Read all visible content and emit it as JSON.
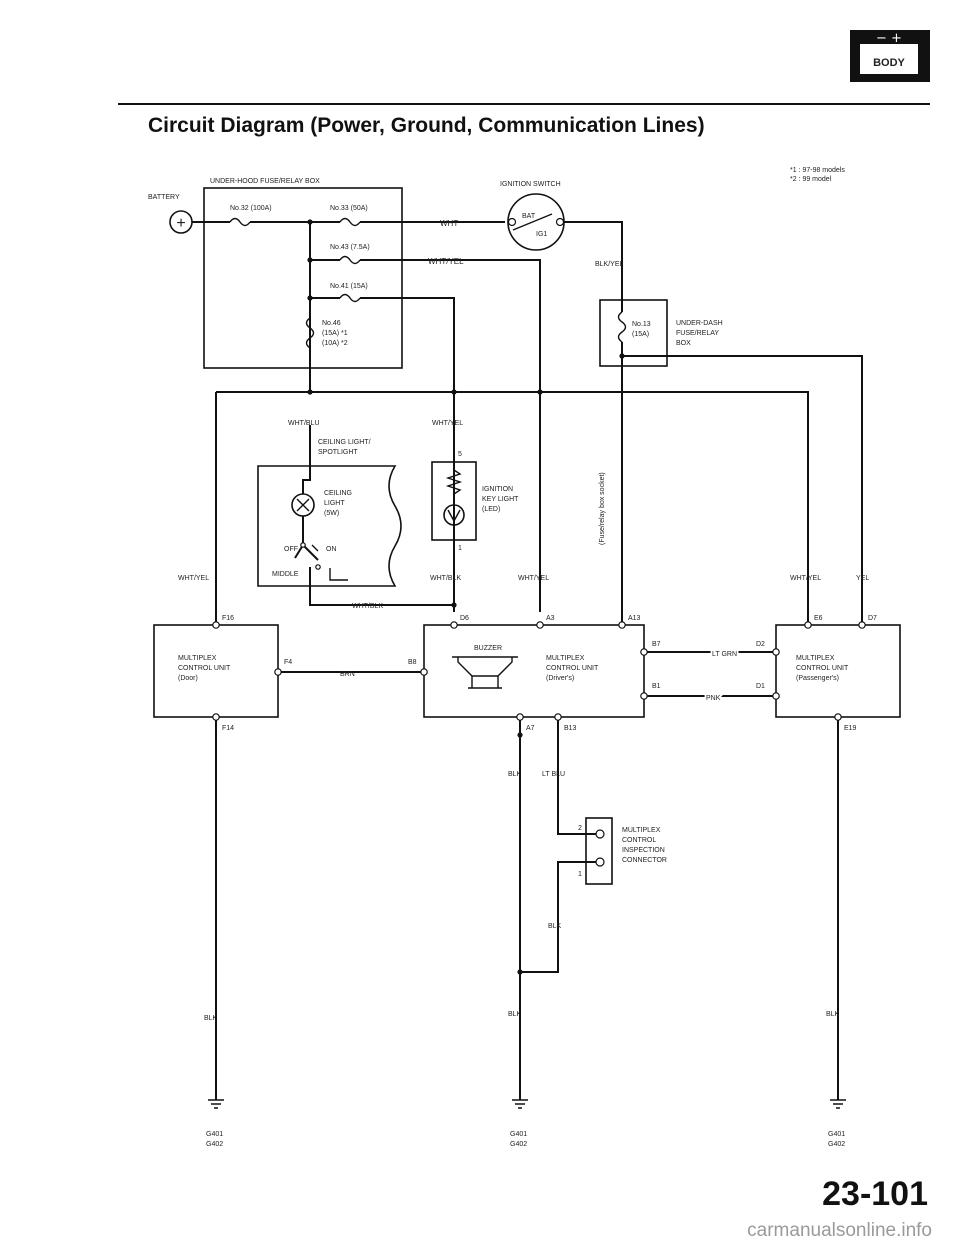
{
  "header": {
    "title": "Circuit Diagram (Power, Ground, Communication Lines)",
    "badge_label": "BODY",
    "badge_symbols": "− +",
    "notes": [
      "*1 : 97-98 models",
      "*2 : 99 model"
    ]
  },
  "components": {
    "battery": "BATTERY",
    "underhood_box": "UNDER-HOOD FUSE/RELAY BOX",
    "ignition_switch": "IGNITION SWITCH",
    "ig_bat": "BAT",
    "ig_ig1": "IG1",
    "underdash_box": [
      "UNDER-DASH",
      "FUSE/RELAY",
      "BOX"
    ],
    "fuse_13": [
      "No.13",
      "(15A)"
    ],
    "ceiling_light_title": [
      "CEILING LIGHT/",
      "SPOTLIGHT"
    ],
    "ceiling_light": [
      "CEILING",
      "LIGHT",
      "(5W)"
    ],
    "ceiling_off": "OFF",
    "ceiling_on": "ON",
    "ceiling_middle": "MIDDLE",
    "key_light": [
      "IGNITION",
      "KEY LIGHT",
      "(LED)"
    ],
    "key_pin_top": "5",
    "key_pin_bottom": "1",
    "fuse_relay_socket": "(Fuse/relay box socket)",
    "buzzer": "BUZZER",
    "mcu_door": [
      "MULTIPLEX",
      "CONTROL UNIT",
      "(Door)"
    ],
    "mcu_driver": [
      "MULTIPLEX",
      "CONTROL UNIT",
      "(Driver's)"
    ],
    "mcu_passenger": [
      "MULTIPLEX",
      "CONTROL UNIT",
      "(Passenger's)"
    ],
    "inspection": [
      "MULTIPLEX",
      "CONTROL",
      "INSPECTION",
      "CONNECTOR"
    ],
    "insp_pin_2": "2",
    "insp_pin_1": "1"
  },
  "fuses": {
    "f32": "No.32 (100A)",
    "f33": "No.33 (50A)",
    "f43": "No.43 (7.5A)",
    "f41": "No.41 (15A)",
    "f46": [
      "No.46",
      "(15A) *1",
      "(10A) *2"
    ]
  },
  "wires": {
    "wht": "WHT",
    "wht_yel_top": "WHT/YEL",
    "blk_yel": "BLK/YEL",
    "wht_blu": "WHT/BLU",
    "wht_yel_mid": "WHT/YEL",
    "wht_yel_left": "WHT/YEL",
    "wht_blk_a": "WHT/BLK",
    "wht_yel_a3": "WHT/YEL",
    "wht_blk_b": "WHT/BLK",
    "wht_yel_right": "WHT/YEL",
    "yel": "YEL",
    "brn": "BRN",
    "lt_grn": "LT GRN",
    "pnk": "PNK",
    "blk_a7": "BLK",
    "lt_blu": "LT BLU",
    "blk_conn": "BLK",
    "blk_left": "BLK",
    "blk_mid": "BLK",
    "blk_right": "BLK"
  },
  "terminals": {
    "f16": "F16",
    "f4": "F4",
    "f14": "F14",
    "d6": "D6",
    "a3": "A3",
    "a13": "A13",
    "b8": "B8",
    "b7": "B7",
    "b1": "B1",
    "a7": "A7",
    "b13": "B13",
    "e6": "E6",
    "d7": "D7",
    "d2": "D2",
    "d1": "D1",
    "e19": "E19"
  },
  "grounds": {
    "left": [
      "G401",
      "G402"
    ],
    "mid": [
      "G401",
      "G402"
    ],
    "right": [
      "G401",
      "G402"
    ]
  },
  "footer": {
    "page_number": "23-101",
    "watermark": "carmanualsonline.info"
  }
}
